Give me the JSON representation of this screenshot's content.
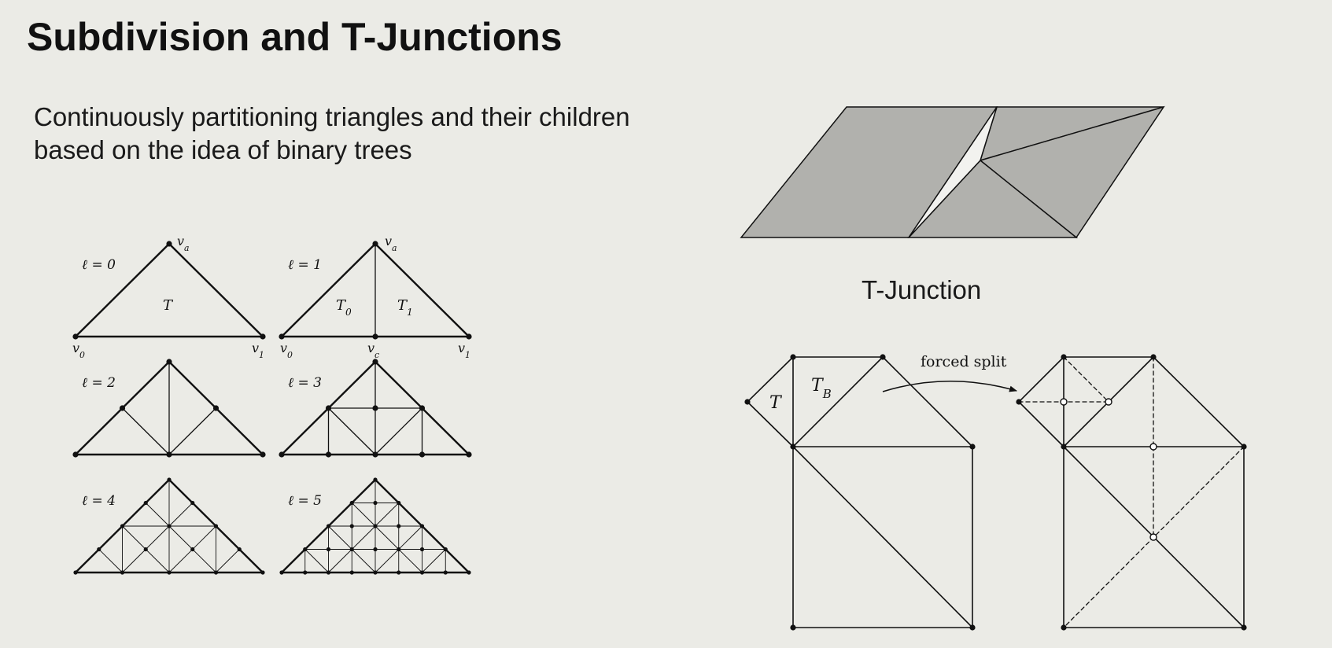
{
  "slide": {
    "title": "Subdivision and T-Junctions",
    "description": "Continuously partitioning triangles and their children based on the idea of binary trees",
    "t_junction_caption": "T-Junction"
  },
  "subdivision_levels": [
    {
      "level_label": "ℓ = 0",
      "vertex_labels": [
        "v_a",
        "v_0",
        "v_1"
      ],
      "triangle_labels": [
        "T"
      ]
    },
    {
      "level_label": "ℓ = 1",
      "vertex_labels": [
        "v_a",
        "v_0",
        "v_c",
        "v_1"
      ],
      "triangle_labels": [
        "T_0",
        "T_1"
      ]
    },
    {
      "level_label": "ℓ = 2"
    },
    {
      "level_label": "ℓ = 3"
    },
    {
      "level_label": "ℓ = 4"
    },
    {
      "level_label": "ℓ = 5"
    }
  ],
  "forced_split": {
    "arrow_label": "forced split",
    "triangle_labels": [
      "T",
      "T_B"
    ]
  },
  "colors": {
    "background": "#ebebe6",
    "face_fill": "#b1b1ad",
    "gap_fill": "#f2f2ef",
    "line": "#111111"
  }
}
